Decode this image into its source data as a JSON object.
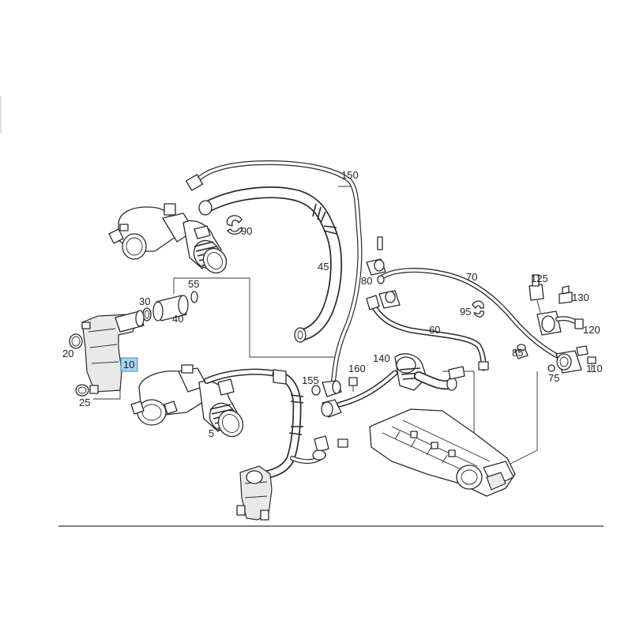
{
  "diagram": {
    "callouts": [
      {
        "id": "c150",
        "text": "150"
      },
      {
        "id": "c90",
        "text": "90"
      },
      {
        "id": "c45",
        "text": "45"
      },
      {
        "id": "c55",
        "text": "55"
      },
      {
        "id": "c30",
        "text": "30"
      },
      {
        "id": "c40",
        "text": "40"
      },
      {
        "id": "c20",
        "text": "20"
      },
      {
        "id": "c10",
        "text": "10"
      },
      {
        "id": "c25",
        "text": "25"
      },
      {
        "id": "c5",
        "text": "5"
      },
      {
        "id": "c80",
        "text": "80"
      },
      {
        "id": "c70",
        "text": "70"
      },
      {
        "id": "c125",
        "text": "125"
      },
      {
        "id": "c130",
        "text": "130"
      },
      {
        "id": "c95",
        "text": "95"
      },
      {
        "id": "c60",
        "text": "60"
      },
      {
        "id": "c120",
        "text": "120"
      },
      {
        "id": "c85",
        "text": "85"
      },
      {
        "id": "c140",
        "text": "140"
      },
      {
        "id": "c160",
        "text": "160"
      },
      {
        "id": "c155",
        "text": "155"
      },
      {
        "id": "c110",
        "text": "110"
      },
      {
        "id": "c75",
        "text": "75"
      }
    ],
    "highlighted_callout": "10",
    "colors": {
      "line": "#2a2a2a",
      "highlight_fill": "#a9d3ea",
      "highlight_border": "#3b8fc4",
      "background": "#ffffff"
    }
  }
}
